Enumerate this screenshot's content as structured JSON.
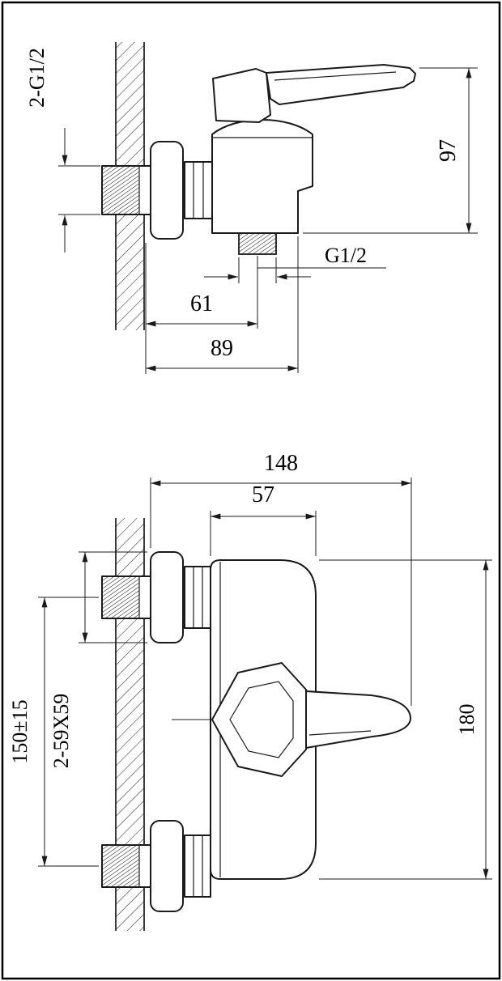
{
  "colors": {
    "line": "#1a1a1a",
    "background": "#ffffff"
  },
  "top_view": {
    "inlet_thread_spec": "2-G1/2",
    "overall_height": "97",
    "outlet_thread": "G1/2",
    "outlet_offset_from_wall": "61",
    "overall_depth_from_wall": "89"
  },
  "front_view": {
    "overall_width": "148",
    "body_width": "57",
    "inlet_center_spacing": "150±15",
    "escutcheon_spec": "2-59X59",
    "body_height": "180"
  }
}
